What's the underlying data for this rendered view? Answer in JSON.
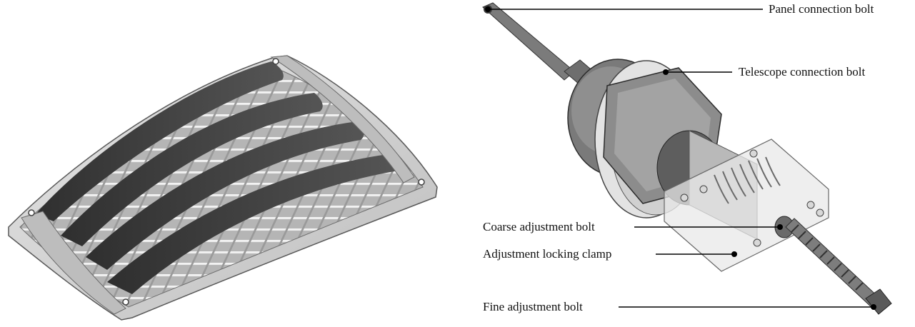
{
  "labels": {
    "panel_connection_bolt": "Panel connection bolt",
    "telescope_connection_bolt": "Telescope connection bolt",
    "coarse_adjustment_bolt": "Coarse adjustment bolt",
    "adjustment_locking_clamp": "Adjustment locking clamp",
    "fine_adjustment_bolt": "Fine adjustment bolt"
  },
  "colors": {
    "rib_dark": "#3f3f3f",
    "grid_light": "#d9d9d9",
    "metal_mid": "#8a8a8a",
    "metal_light": "#cfcfcf",
    "leader_line": "#000000"
  }
}
